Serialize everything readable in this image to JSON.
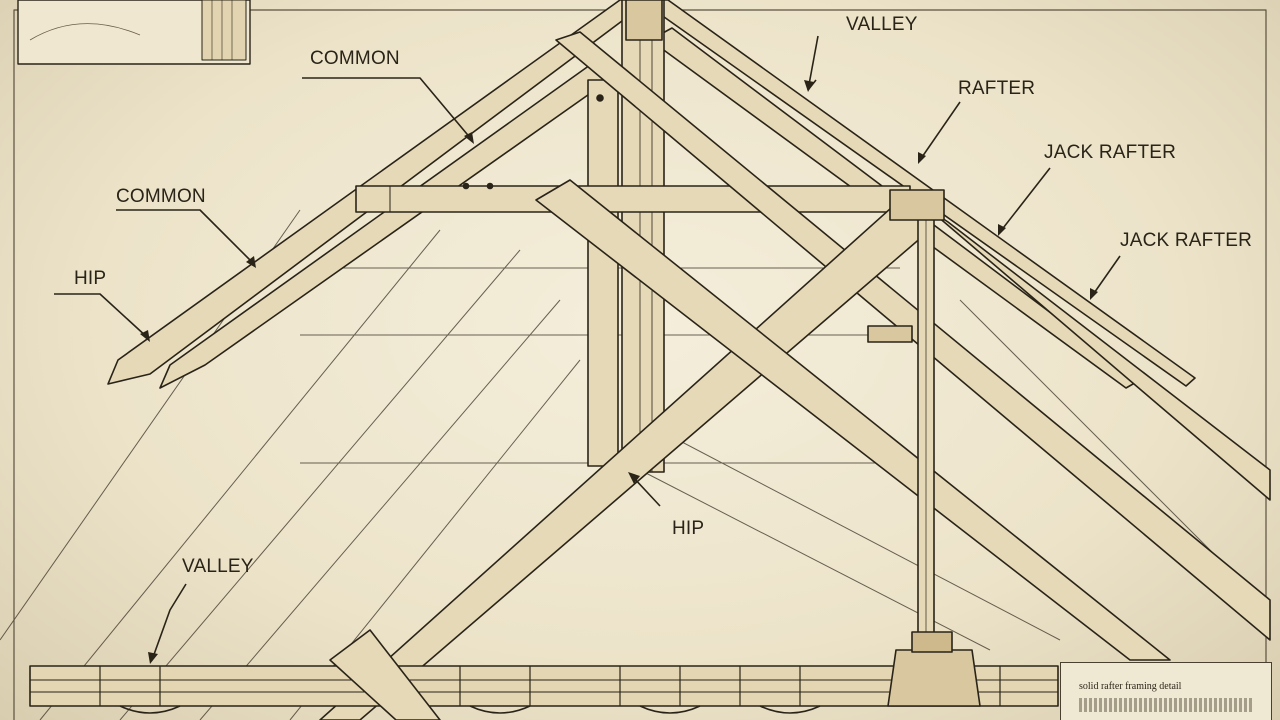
{
  "labels": {
    "valley": "VALLEY",
    "common_top": "COMMON",
    "rafter_top": "RAFTER",
    "jack_rafter_1": "JACK RAFTER",
    "common_left": "COMMON",
    "jack_rafter_2": "JACK RAFTER",
    "hip_left": "HIP",
    "hip_center": "HIP",
    "valley_bottom": "VALLEY"
  },
  "title_block": {
    "text": "solid rafter framing detail"
  },
  "colors": {
    "paper": "#ece3cb",
    "ink": "#2a2418",
    "wood": "#e6d9b8"
  }
}
